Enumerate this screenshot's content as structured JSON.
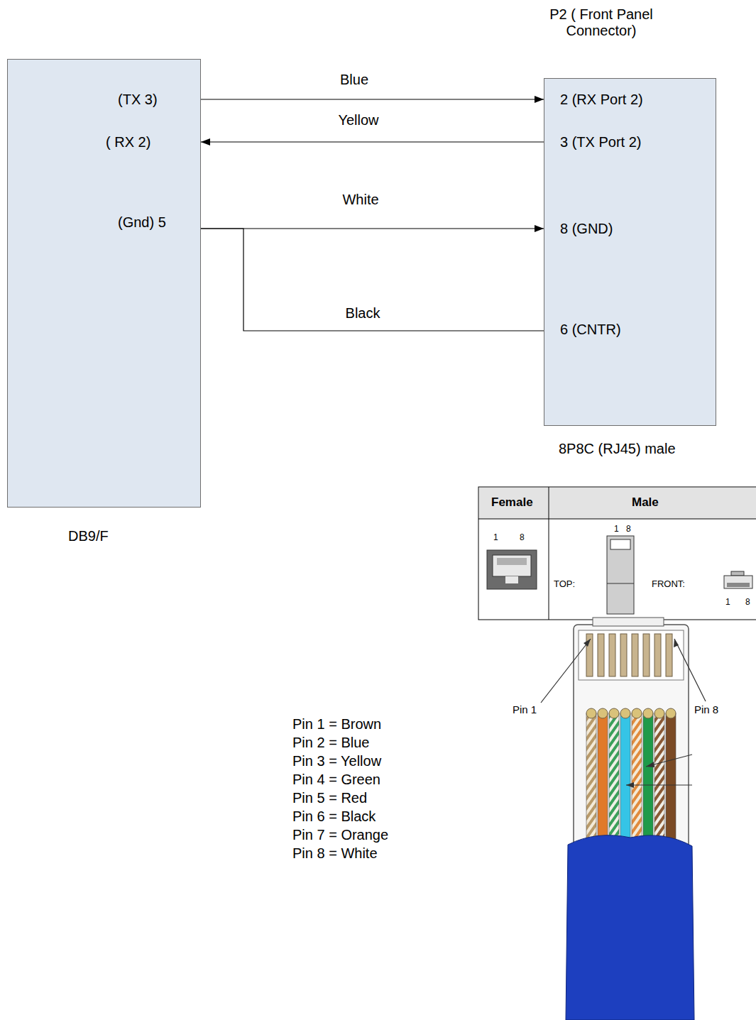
{
  "diagram": {
    "nodes": [
      {
        "text": [
          "(TX 3)",
          "( RX 2)",
          "(Gnd) 5",
          "DB9/F"
        ]
      },
      {
        "text": [
          "P2 ( Front Panel Connector)",
          "2 (RX Port 2)",
          "3 (TX Port 2)",
          "8 (GND)",
          "6 (CNTR)",
          "8P8C (RJ45) male"
        ]
      }
    ],
    "edges": [
      {
        "from": 0,
        "to": 1,
        "label": "Blue",
        "arrow": "to"
      },
      {
        "from": 1,
        "to": 0,
        "label": "Yellow",
        "arrow": "to"
      },
      {
        "from": 0,
        "to": 1,
        "label": "White",
        "arrow": "to"
      },
      {
        "from": 0,
        "to": 1,
        "label": "Black",
        "arrow": "none"
      }
    ],
    "labels": [
      "Female",
      "Male",
      "1",
      "8",
      "1",
      "8",
      "TOP:",
      "FRONT:",
      "1",
      "8",
      "Pin 1",
      "Pin 8",
      "Pin 1 = Brown",
      "Pin 2 = Blue",
      "Pin 3 = Yellow",
      "Pin 4 = Green",
      "Pin 5 = Red",
      "Pin 6 = Black",
      "Pin 7 = Orange",
      "Pin 8 = White"
    ]
  }
}
